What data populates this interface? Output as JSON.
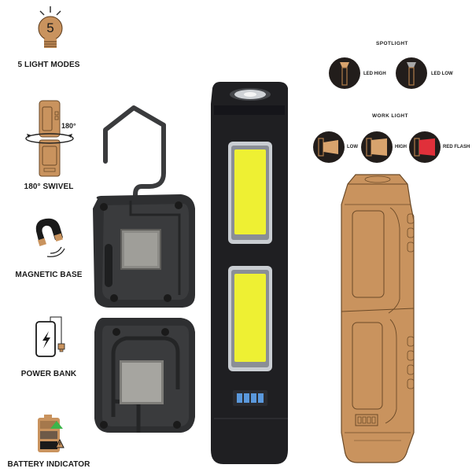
{
  "features": [
    {
      "id": "light-modes",
      "label": "5 LIGHT MODES",
      "icon": "bulb-icon",
      "icon_text": "5"
    },
    {
      "id": "swivel",
      "label": "180° SWIVEL",
      "icon": "swivel-icon",
      "icon_text": "180°"
    },
    {
      "id": "magnetic",
      "label": "MAGNETIC BASE",
      "icon": "magnet-icon"
    },
    {
      "id": "power-bank",
      "label": "POWER BANK",
      "icon": "power-bank-icon"
    },
    {
      "id": "battery",
      "label": "BATTERY INDICATOR",
      "icon": "battery-indicator-icon"
    }
  ],
  "modes": {
    "spotlight": {
      "title": "SPOTLIGHT",
      "items": [
        {
          "label": "LED HIGH",
          "beam_color": "#d8a36d"
        },
        {
          "label": "LED LOW",
          "beam_color": "#a8a8a8"
        }
      ]
    },
    "work_light": {
      "title": "WORK LIGHT",
      "items": [
        {
          "label": "LOW",
          "beam_color": "#d8a36d"
        },
        {
          "label": "HIGH",
          "beam_color": "#d8a36d"
        },
        {
          "label": "RED FLASH",
          "beam_color": "#e0303a"
        }
      ]
    }
  },
  "colors": {
    "tan": "#c9935e",
    "dark_body": "#1f1f22",
    "cob_yellow": "#f0f23a",
    "indicator_blue": "#5a98dc",
    "green_arrow": "#3cb54a"
  },
  "product": {
    "battery_bars": 4
  }
}
